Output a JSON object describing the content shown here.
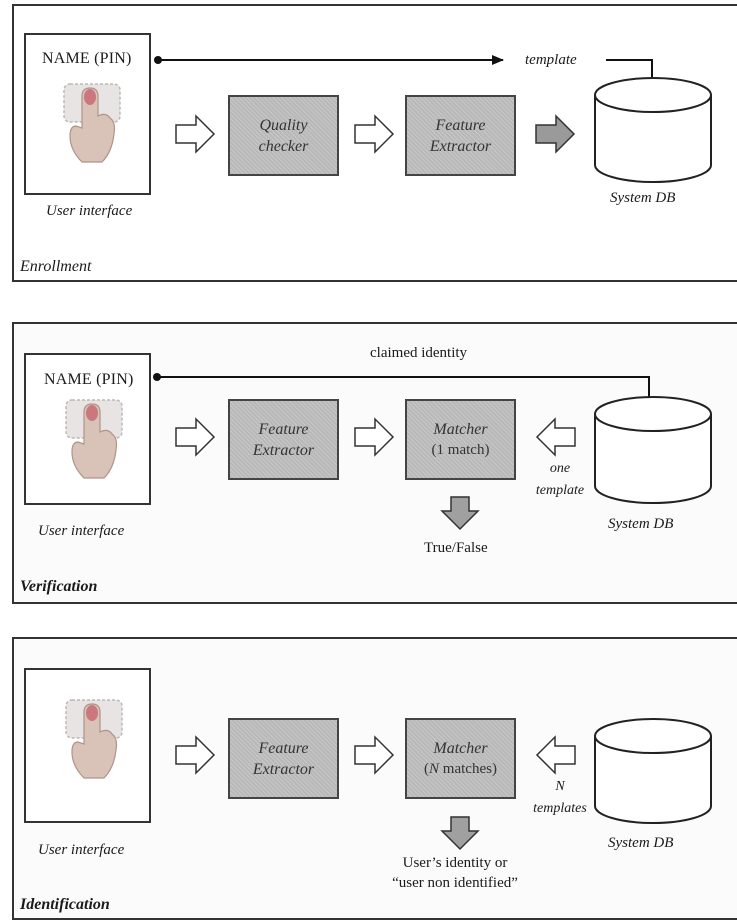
{
  "enrollment": {
    "stage_label": "Enrollment",
    "name_pin": "NAME (PIN)",
    "user_interface": "User interface",
    "quality_checker": [
      "Quality",
      "checker"
    ],
    "feature_extractor": [
      "Feature",
      "Extractor"
    ],
    "template_label": "template",
    "system_db": "System DB"
  },
  "verification": {
    "stage_label": "Verification",
    "name_pin": "NAME (PIN)",
    "claimed_identity": "claimed identity",
    "user_interface": "User interface",
    "feature_extractor": [
      "Feature",
      "Extractor"
    ],
    "matcher": [
      "Matcher",
      "(1 match)"
    ],
    "one_template": [
      "one",
      "template"
    ],
    "system_db": "System DB",
    "result": "True/False"
  },
  "identification": {
    "stage_label": "Identification",
    "user_interface": "User interface",
    "feature_extractor": [
      "Feature",
      "Extractor"
    ],
    "matcher_title": "Matcher",
    "matcher_sub_letter": "N",
    "matcher_sub_rest": "matches",
    "n_templates": [
      "N",
      "templates"
    ],
    "system_db": "System DB",
    "result": [
      "User’s identity or",
      "“user non identified”"
    ]
  },
  "colors": {
    "process_fill": "#b8b8b8",
    "frame": "#333333",
    "finger_skin": "#d9c2b8",
    "finger_tip": "#c86a72"
  }
}
